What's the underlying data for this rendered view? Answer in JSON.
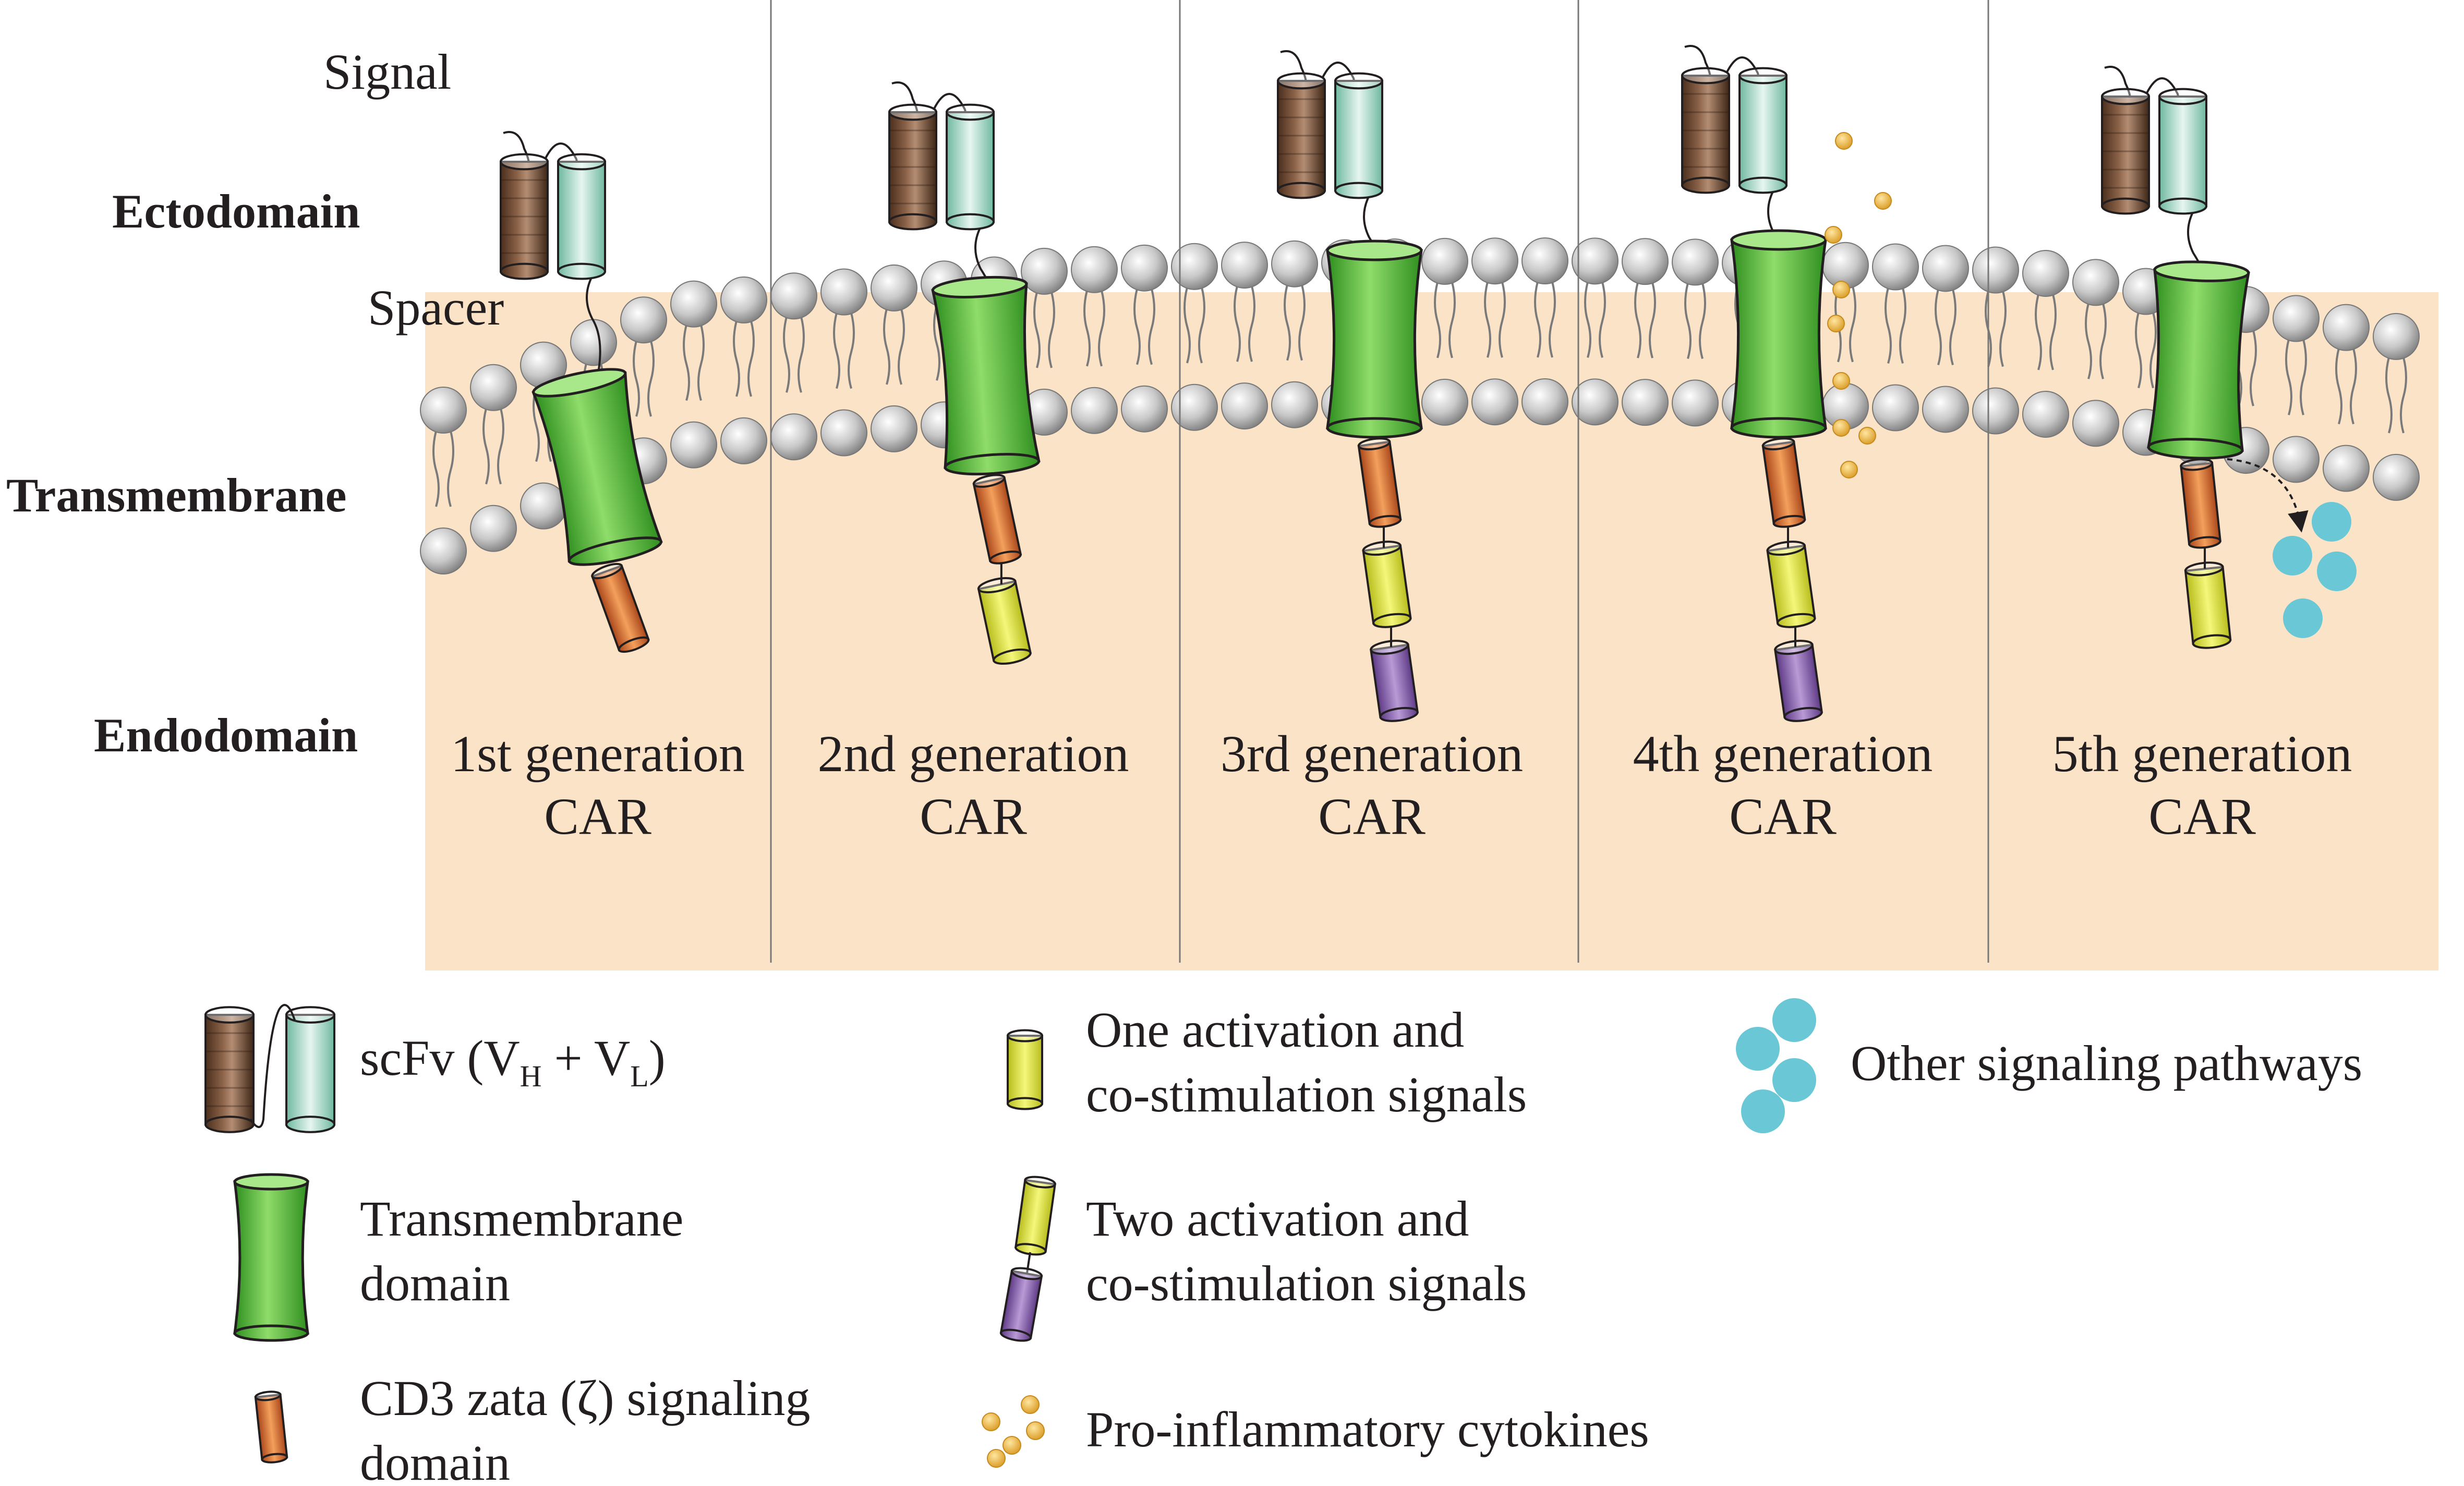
{
  "labels": {
    "signal": "Signal",
    "spacer": "Spacer",
    "ectodomain": "Ectodomain",
    "transmembrane": "Transmembrane",
    "endodomain": "Endodomain"
  },
  "generations": [
    {
      "line1": "1st generation",
      "line2": "CAR"
    },
    {
      "line1": "2nd generation",
      "line2": "CAR"
    },
    {
      "line1": "3rd generation",
      "line2": "CAR"
    },
    {
      "line1": "4th generation",
      "line2": "CAR"
    },
    {
      "line1": "5th generation",
      "line2": "CAR"
    }
  ],
  "legend": {
    "scfv": {
      "base": "scFv (V",
      "sub1": "H",
      "mid": " + V",
      "sub2": "L",
      "end": ")"
    },
    "transmembrane_line1": "Transmembrane",
    "transmembrane_line2": "domain",
    "cd3_line1": "CD3 zata (ζ) signaling",
    "cd3_line2": "domain",
    "one_line1": "One activation and",
    "one_line2": "co-stimulation signals",
    "two_line1": "Two activation and",
    "two_line2": "co-stimulation signals",
    "cytokines": "Pro-inflammatory cytokines",
    "pathways": "Other signaling pathways"
  },
  "colors": {
    "cytoplasm": "#fbe3c7",
    "scfv_heavy": "#6b4a33",
    "scfv_light": "#9fd6c3",
    "transmembrane": "#5cbf3a",
    "cd3_zeta": "#e0762c",
    "costim_one": "#d8de3a",
    "costim_two": "#8a5bb0",
    "cytokine": "#f0b84a",
    "pathway": "#6ac8d6",
    "lipid_head": "#c4c4c4"
  }
}
